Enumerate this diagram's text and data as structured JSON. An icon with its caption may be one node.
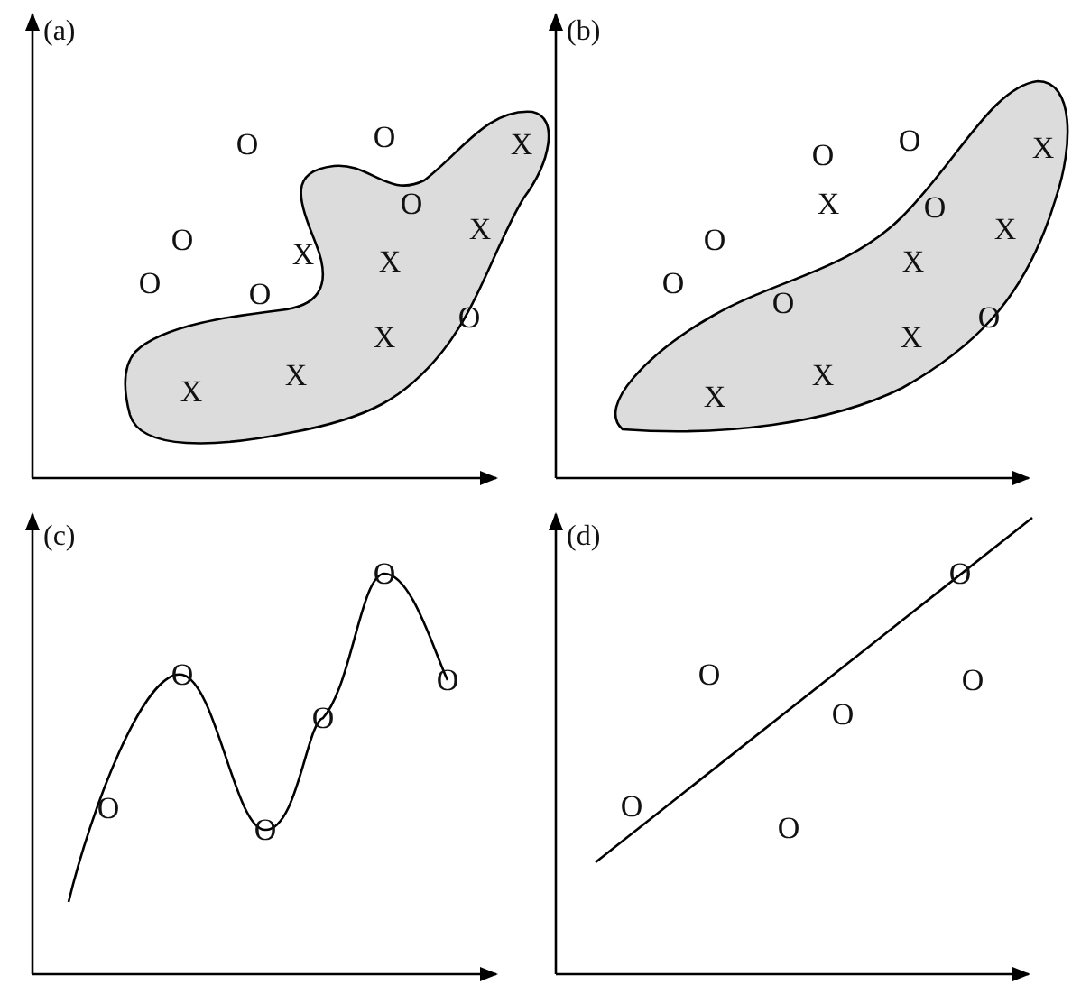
{
  "diagram": {
    "labels": [
      "(a)",
      "O",
      "O",
      "O",
      "O",
      "O",
      "O",
      "O",
      "X",
      "X",
      "X",
      "X",
      "X",
      "X",
      "X",
      "(b)",
      "O",
      "O",
      "O",
      "O",
      "O",
      "O",
      "O",
      "X",
      "X",
      "X",
      "X",
      "X",
      "X",
      "X",
      "(c)",
      "O",
      "O",
      "O",
      "O",
      "O",
      "O",
      "(d)",
      "O",
      "O",
      "O",
      "O",
      "O",
      "O"
    ]
  }
}
